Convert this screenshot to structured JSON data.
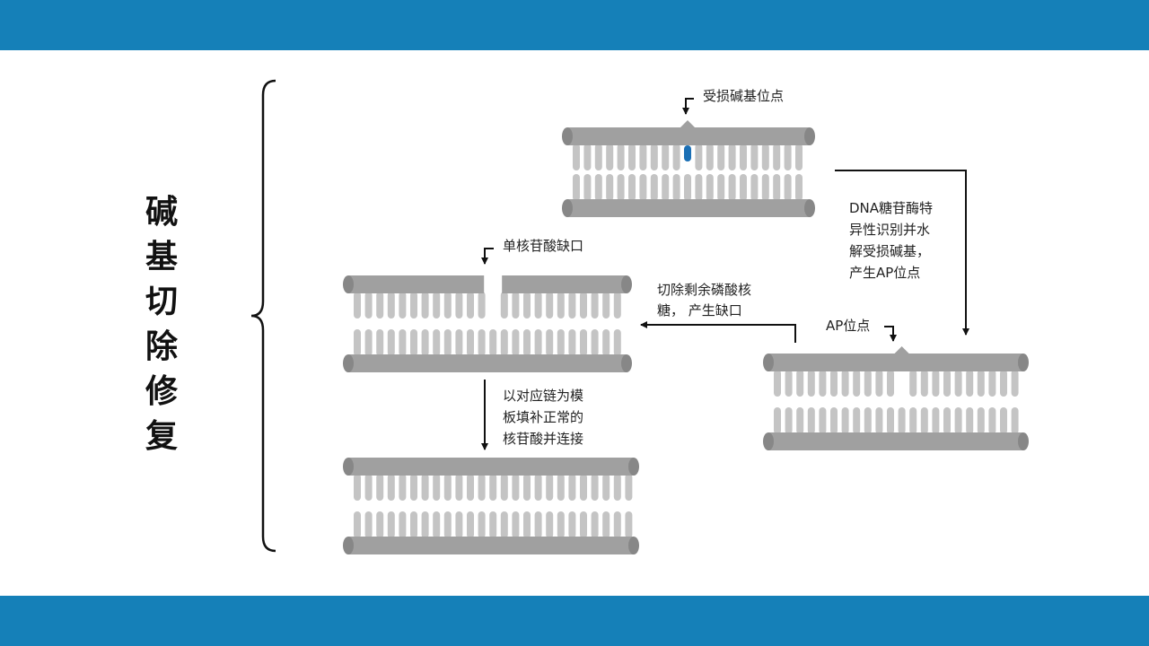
{
  "theme": {
    "band_color": "#1580B8",
    "strand_color": "#A0A0A0",
    "strand_end_color": "#878787",
    "rung_color": "#C4C4C4",
    "damaged_base_color": "#1A6FB5"
  },
  "title_chars": [
    "碱",
    "基",
    "切",
    "除",
    "修",
    "复"
  ],
  "labels": {
    "damaged_base_site": "受损碱基位点",
    "glycosylase_lines": [
      "DNA糖苷酶特",
      "异性识别并水",
      "解受损碱基，",
      "产生AP位点"
    ],
    "ap_site": "AP位点",
    "excise_lines": [
      "切除剩余磷酸核",
      "糖， 产生缺口"
    ],
    "single_nucleotide_gap": "单核苷酸缺口",
    "fill_lines": [
      "以对应链为模",
      "板填补正常的",
      "核苷酸并连接"
    ]
  }
}
